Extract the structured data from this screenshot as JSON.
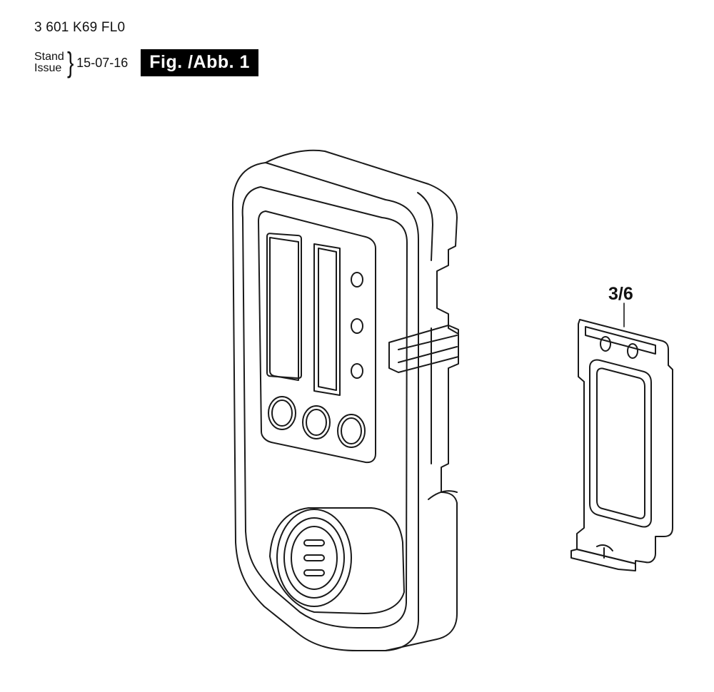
{
  "header": {
    "part_number": "3 601 K69 FL0",
    "stand_label": "Stand",
    "issue_label": "Issue",
    "issue_date": "15-07-16",
    "figure_label": "Fig. /Abb. 1"
  },
  "callouts": [
    {
      "label": "3/6"
    }
  ],
  "colors": {
    "line": "#1a1a1a",
    "background": "#ffffff",
    "figure_box": "#000000"
  }
}
